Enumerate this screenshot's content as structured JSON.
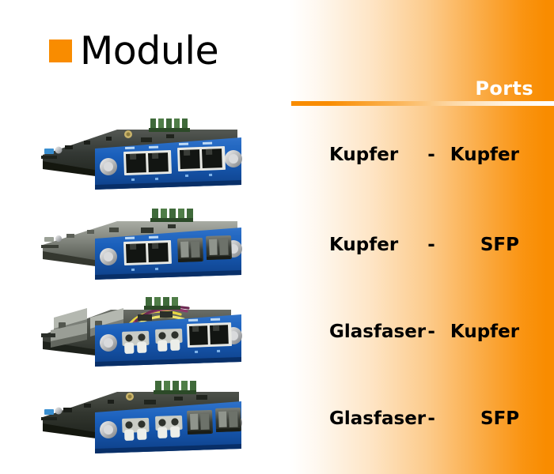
{
  "slide": {
    "title": "Module",
    "bullet_color": "#f98c00",
    "background_color": "#ffffff",
    "accent_color": "#f98c00",
    "text_color": "#000000",
    "header_text_color": "#ffffff"
  },
  "panel": {
    "header": "Ports",
    "gradient_from": "#ffffff",
    "gradient_to": "#f98c00"
  },
  "rows": [
    {
      "left": "Kupfer",
      "dash": "-",
      "right": "Kupfer"
    },
    {
      "left": "Kupfer",
      "dash": "-",
      "right": "SFP"
    },
    {
      "left": "Glasfaser",
      "dash": "-",
      "right": "Kupfer"
    },
    {
      "left": "Glasfaser",
      "dash": "-",
      "right": "SFP"
    }
  ],
  "modules": [
    {
      "name": "module-copper-copper",
      "faceplate_color": "#1558b0",
      "pcb_color": "#2e3330",
      "left_ports": "rj45",
      "right_ports": "rj45",
      "left_port_count": 2,
      "right_port_count": 2
    },
    {
      "name": "module-copper-sfp",
      "faceplate_color": "#1558b0",
      "pcb_color": "#6f7670",
      "left_ports": "rj45",
      "right_ports": "sfp",
      "left_port_count": 2,
      "right_port_count": 2
    },
    {
      "name": "module-fiber-copper",
      "faceplate_color": "#1558b0",
      "pcb_color": "#4a4f4b",
      "left_ports": "lc-fiber",
      "right_ports": "rj45",
      "left_port_count": 2,
      "right_port_count": 2
    },
    {
      "name": "module-fiber-sfp",
      "faceplate_color": "#1558b0",
      "pcb_color": "#2e3330",
      "left_ports": "lc-fiber",
      "right_ports": "sfp",
      "left_port_count": 2,
      "right_port_count": 2
    }
  ]
}
